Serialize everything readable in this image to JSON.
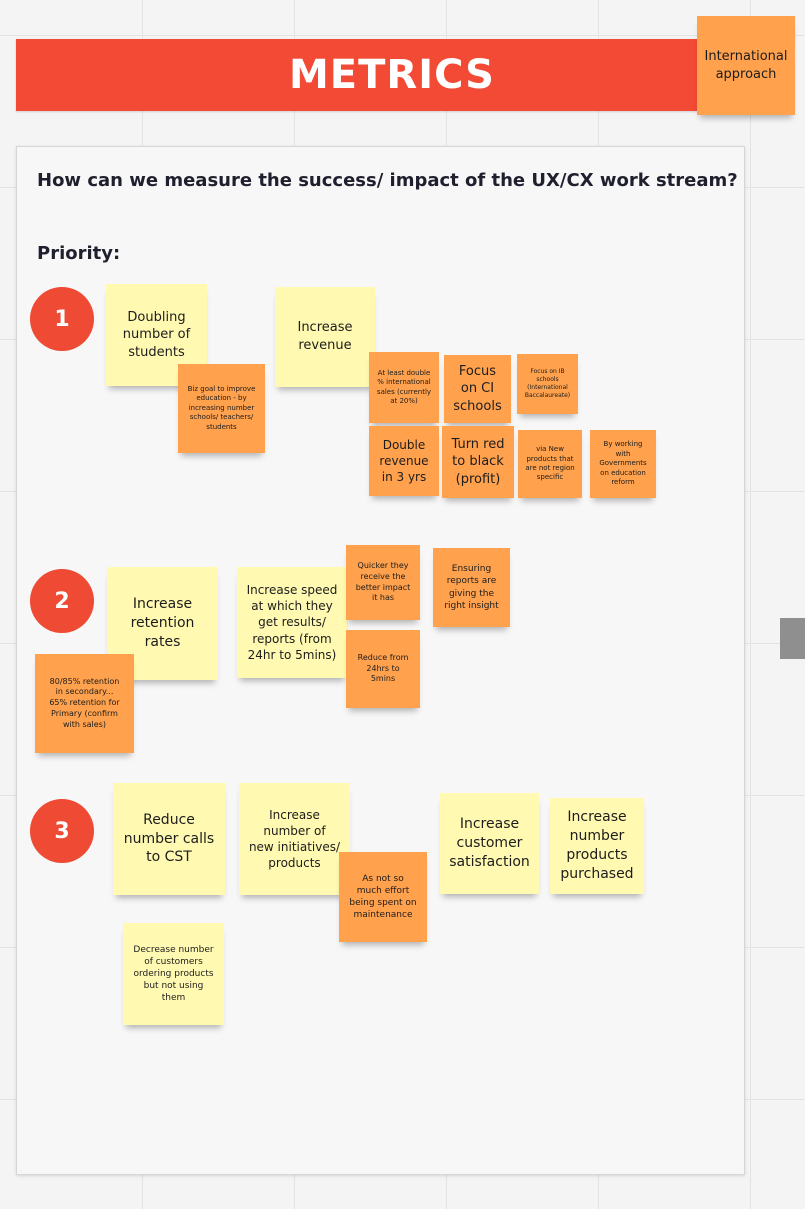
{
  "banner": {
    "title": "METRICS"
  },
  "frame": {
    "question": "How can we measure the success/ impact of the UX/CX work stream?",
    "priority_label": "Priority:"
  },
  "priorities": [
    "1",
    "2",
    "3"
  ],
  "notes": {
    "international_approach": "International\napproach",
    "doubling_students": "Doubling\nnumber of\nstudents",
    "biz_goal": "Biz goal to improve\neducation - by\nincreasing number\nschools/ teachers/\nstudents",
    "increase_revenue": "Increase\nrevenue",
    "at_least_double": "At least double\n% international\nsales (currently\nat 20%)",
    "focus_ci": "Focus\non CI\nschools",
    "focus_ib": "Focus on IB\nschools\n(International\nBaccalaureate)",
    "double_revenue": "Double\nrevenue\nin 3 yrs",
    "red_to_black": "Turn red\nto black\n(profit)",
    "via_new_products": "via New\nproducts that\nare not region\nspecific",
    "by_working": "By working\nwith\nGovernments\non education\nreform",
    "increase_retention": "Increase\nretention\nrates",
    "retention_stats": "80/85% retention\nin secondary...\n65% retention for\nPrimary (confirm\nwith sales)",
    "increase_speed": "Increase speed\nat which they\nget results/\nreports (from\n24hr to 5mins)",
    "quicker": "Quicker they\nreceive the\nbetter impact\nit has",
    "reduce_24hrs": "Reduce from\n24hrs to\n5mins",
    "ensuring_reports": "Ensuring\nreports are\ngiving the\nright insight",
    "reduce_calls": "Reduce\nnumber calls\nto CST",
    "new_initiatives": "Increase\nnumber of\nnew initiatives/\nproducts",
    "not_so_much_effort": "As not so\nmuch effort\nbeing spent on\nmaintenance",
    "customer_satisfaction": "Increase\ncustomer\nsatisfaction",
    "products_purchased": "Increase\nnumber\nproducts\npurchased",
    "decrease_customers": "Decrease number\nof customers\nordering products\nbut not using\nthem"
  }
}
